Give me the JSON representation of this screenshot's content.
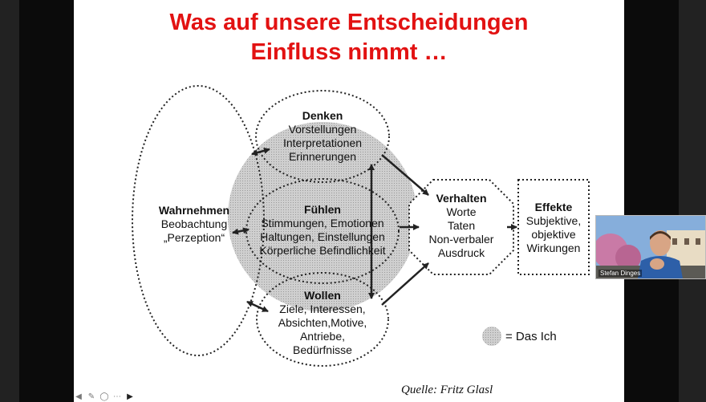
{
  "slide": {
    "title_line1": "Was auf unsere Entscheidungen",
    "title_line2": "Einfluss nimmt …",
    "source": "Quelle: Fritz Glasl",
    "legend": "= Das Ich"
  },
  "diagram": {
    "denken": {
      "heading": "Denken",
      "lines": [
        "Vorstellungen",
        "Interpretationen",
        "Erinnerungen"
      ]
    },
    "fuehlen": {
      "heading": "Fühlen",
      "lines": [
        "Stimmungen, Emotionen",
        "Haltungen, Einstellungen",
        "Körperliche Befindlichkeit"
      ]
    },
    "wollen": {
      "heading": "Wollen",
      "lines": [
        "Ziele, Interessen,",
        "Absichten,Motive,",
        "Antriebe,",
        "Bedürfnisse"
      ]
    },
    "wahrnehmen": {
      "heading": "Wahrnehmen",
      "lines": [
        "Beobachtung",
        "„Perzeption“"
      ]
    },
    "verhalten": {
      "heading": "Verhalten",
      "lines": [
        "Worte",
        "Taten",
        "Non-verbaler",
        "Ausdruck"
      ]
    },
    "effekte": {
      "heading": "Effekte",
      "lines": [
        "Subjektive,",
        "objektive",
        "Wirkungen"
      ]
    }
  },
  "participant": {
    "name": "Stefan Dinges"
  },
  "toolbar": {
    "icons": [
      "arrow-left-icon",
      "pen-icon",
      "comment-icon",
      "more-icon",
      "arrow-right-icon"
    ]
  },
  "colors": {
    "title": "#e21212",
    "ich_fill": "#c9c9c9"
  }
}
